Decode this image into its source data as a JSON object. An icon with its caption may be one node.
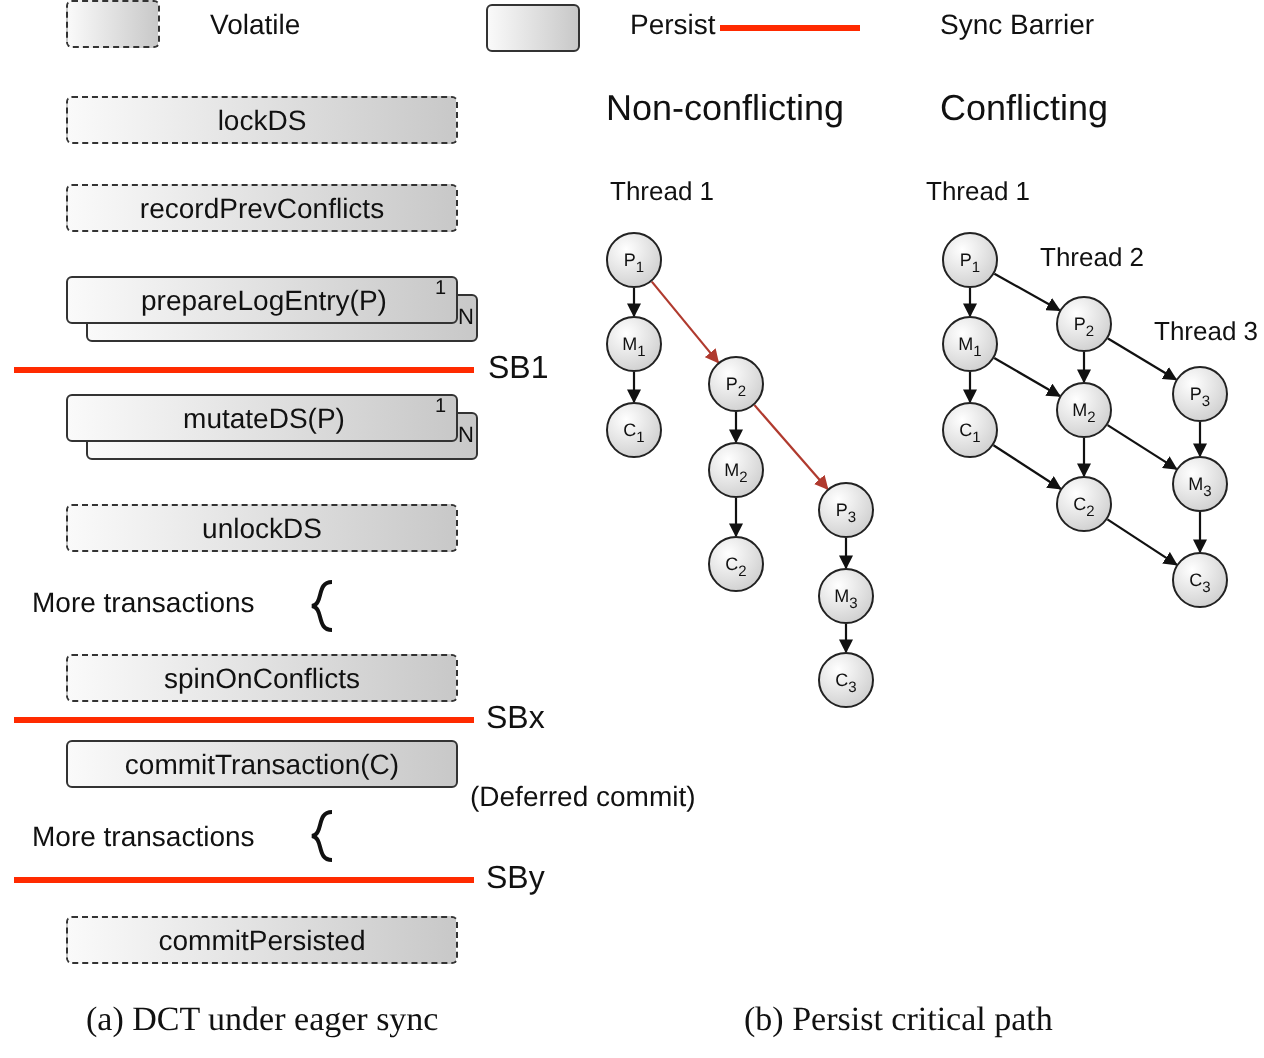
{
  "diagram": {
    "nodes": [
      {
        "text": [
          "lockDS"
        ]
      },
      {
        "text": [
          "recordPrevConflicts"
        ]
      },
      {
        "text": [
          "prepareLogEntry(P)",
          "1",
          "N"
        ]
      },
      {
        "text": [
          "mutateDS(P)",
          "1",
          "N"
        ]
      },
      {
        "text": [
          "unlockDS"
        ]
      },
      {
        "text": [
          "spinOnConflicts"
        ]
      },
      {
        "text": [
          "commitTransaction(C)"
        ],
        "beside": [
          "(Deferred commit)"
        ]
      },
      {
        "text": [
          "commitPersisted"
        ]
      },
      {
        "text": [
          "P$_{1}$"
        ]
      },
      {
        "text": [
          "M$_{1}$"
        ]
      },
      {
        "text": [
          "C$_{1}$"
        ]
      },
      {
        "text": [
          "P$_{2}$"
        ]
      },
      {
        "text": [
          "M$_{2}$"
        ]
      },
      {
        "text": [
          "C$_{2}$"
        ]
      },
      {
        "text": [
          "P$_{3}$"
        ]
      },
      {
        "text": [
          "M$_{3}$"
        ]
      },
      {
        "text": [
          "C$_{3}$"
        ]
      },
      {
        "text": [
          "P$_{1}$"
        ]
      },
      {
        "text": [
          "M$_{1}$"
        ]
      },
      {
        "text": [
          "C$_{1}$"
        ]
      },
      {
        "text": [
          "P$_{2}$"
        ]
      },
      {
        "text": [
          "M$_{2}$"
        ]
      },
      {
        "text": [
          "C$_{2}$"
        ]
      },
      {
        "text": [
          "P$_{3}$"
        ]
      },
      {
        "text": [
          "M$_{3}$"
        ]
      },
      {
        "text": [
          "C$_{3}$"
        ]
      }
    ],
    "edges": [
      {
        "from": 8,
        "to": 9,
        "arrow": "to"
      },
      {
        "from": 9,
        "to": 10,
        "arrow": "to"
      },
      {
        "from": 8,
        "to": 11,
        "arrow": "to",
        "color": "#b03a2e"
      },
      {
        "from": 11,
        "to": 12,
        "arrow": "to"
      },
      {
        "from": 12,
        "to": 13,
        "arrow": "to"
      },
      {
        "from": 11,
        "to": 14,
        "arrow": "to",
        "color": "#b03a2e"
      },
      {
        "from": 14,
        "to": 15,
        "arrow": "to"
      },
      {
        "from": 15,
        "to": 16,
        "arrow": "to"
      },
      {
        "from": 17,
        "to": 18,
        "arrow": "to"
      },
      {
        "from": 18,
        "to": 19,
        "arrow": "to"
      },
      {
        "from": 17,
        "to": 20,
        "arrow": "to"
      },
      {
        "from": 18,
        "to": 21,
        "arrow": "to"
      },
      {
        "from": 19,
        "to": 22,
        "arrow": "to"
      },
      {
        "from": 20,
        "to": 21,
        "arrow": "to"
      },
      {
        "from": 21,
        "to": 22,
        "arrow": "to"
      },
      {
        "from": 20,
        "to": 23,
        "arrow": "to"
      },
      {
        "from": 21,
        "to": 24,
        "arrow": "to"
      },
      {
        "from": 22,
        "to": 25,
        "arrow": "to"
      },
      {
        "from": 23,
        "to": 24,
        "arrow": "to"
      },
      {
        "from": 24,
        "to": 25,
        "arrow": "to"
      }
    ],
    "labels": [
      "Non-conflicting",
      "Conflicting",
      "Thread 1",
      "Thread 1",
      "Thread 2",
      "Thread 3",
      "SB1",
      "More transactions",
      "SBx",
      "More transactions",
      "SBy",
      "(a) DCT under eager sync",
      "(b) Persist critical path"
    ],
    "legend": [
      {
        "text": "Volatile"
      },
      {
        "text": "Persist"
      },
      {
        "text": "Sync Barrier"
      }
    ]
  }
}
